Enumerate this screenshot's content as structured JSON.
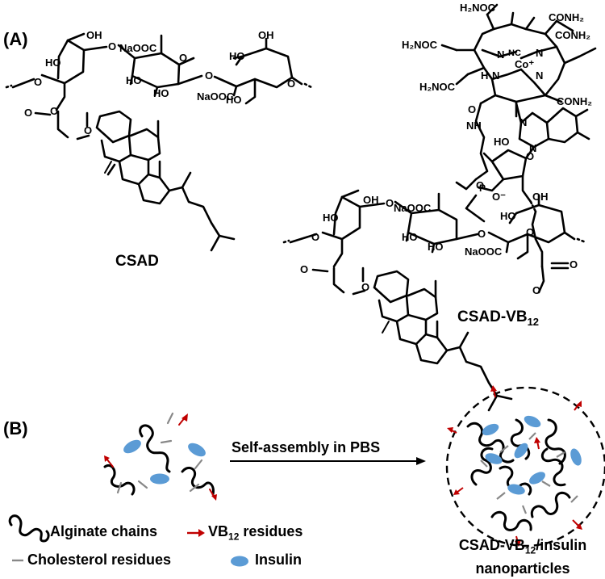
{
  "panel_a": {
    "label": "(A)",
    "left_name": "CSAD",
    "right_name_main": "CSAD-VB",
    "right_name_sub": "12",
    "atoms_left": {
      "oh_top": "OH",
      "naooc_1": "NaOOC",
      "ho_1": "HO",
      "ho_2": "HO",
      "o_1": "O",
      "o_2": "O",
      "o_3": "O",
      "o_4": "O",
      "o_5": "O",
      "o_6": "O",
      "ho_3": "HO",
      "ho_4": "HO",
      "ho_5": "HO",
      "oh_2": "OH",
      "naooc_2": "NaOOC",
      "o_carb": "O",
      "o_ester": "O"
    },
    "atoms_right": {
      "h2noc_1": "H₂NOC",
      "conh2_1": "CONH₂",
      "conh2_2": "CONH₂",
      "h2noc_2": "H₂NOC",
      "h2noc_3": "H₂NOC",
      "conh2_3": "CONH₂",
      "nc": "NC",
      "co": "Co⁺",
      "n_1": "N",
      "n_2": "N",
      "n_3": "N",
      "n_4": "N",
      "h": "H",
      "nh": "NH",
      "p": "P",
      "o_p1": "O",
      "o_p2": "O",
      "o_p3": "O",
      "o_p4": "O⁻",
      "ho": "HO",
      "n_5": "N",
      "n_6": "N",
      "o_link": "O",
      "o_c1": "O",
      "o_c2": "O",
      "oh_top": "OH",
      "naooc_1": "NaOOC",
      "ho_1": "HO",
      "ho_2": "HO",
      "ho_3": "HO",
      "ho_4": "HO",
      "oh_2": "OH",
      "naooc_2": "NaOOC",
      "o_carb": "O",
      "o_ester": "O",
      "o_r1": "O",
      "o_r2": "O",
      "o_r3": "O"
    }
  },
  "panel_b": {
    "label": "(B)",
    "arrow_label": "Self-assembly in PBS",
    "product_line1_main": "CSAD-VB",
    "product_line1_sub": "12",
    "product_line1_rest": "/insulin",
    "product_line2": "nanoparticles"
  },
  "legend": {
    "alginate": "Alginate chains",
    "vb12_main": "VB",
    "vb12_sub": "12",
    "vb12_rest": " residues",
    "cholesterol": "Cholesterol residues",
    "insulin": "Insulin"
  },
  "colors": {
    "vb12_arrow": "#c00000",
    "insulin": "#5b9bd5",
    "cholesterol": "#888888",
    "chain": "#000000"
  }
}
